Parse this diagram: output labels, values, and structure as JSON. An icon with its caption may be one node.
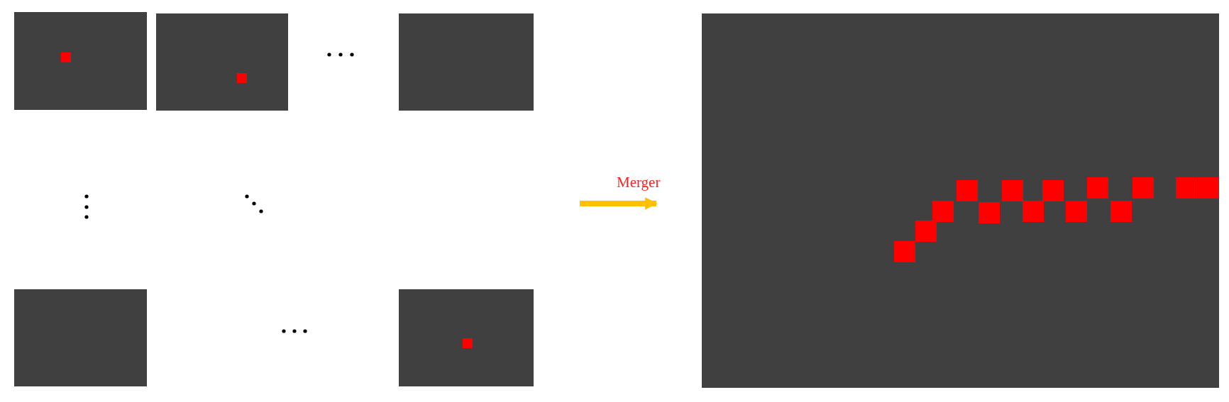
{
  "diagram": {
    "nodes": [
      {
        "text": [],
        "shape": "box"
      },
      {
        "text": [],
        "shape": "box"
      },
      {
        "text": [],
        "shape": "box"
      },
      {
        "text": [],
        "shape": "box"
      },
      {
        "text": [],
        "shape": "box"
      },
      {
        "text": [],
        "shape": "box"
      }
    ],
    "edges": [
      {
        "from": null,
        "to": 5,
        "arrow": "to",
        "label": "Merger",
        "color": "#ffc000"
      }
    ]
  }
}
